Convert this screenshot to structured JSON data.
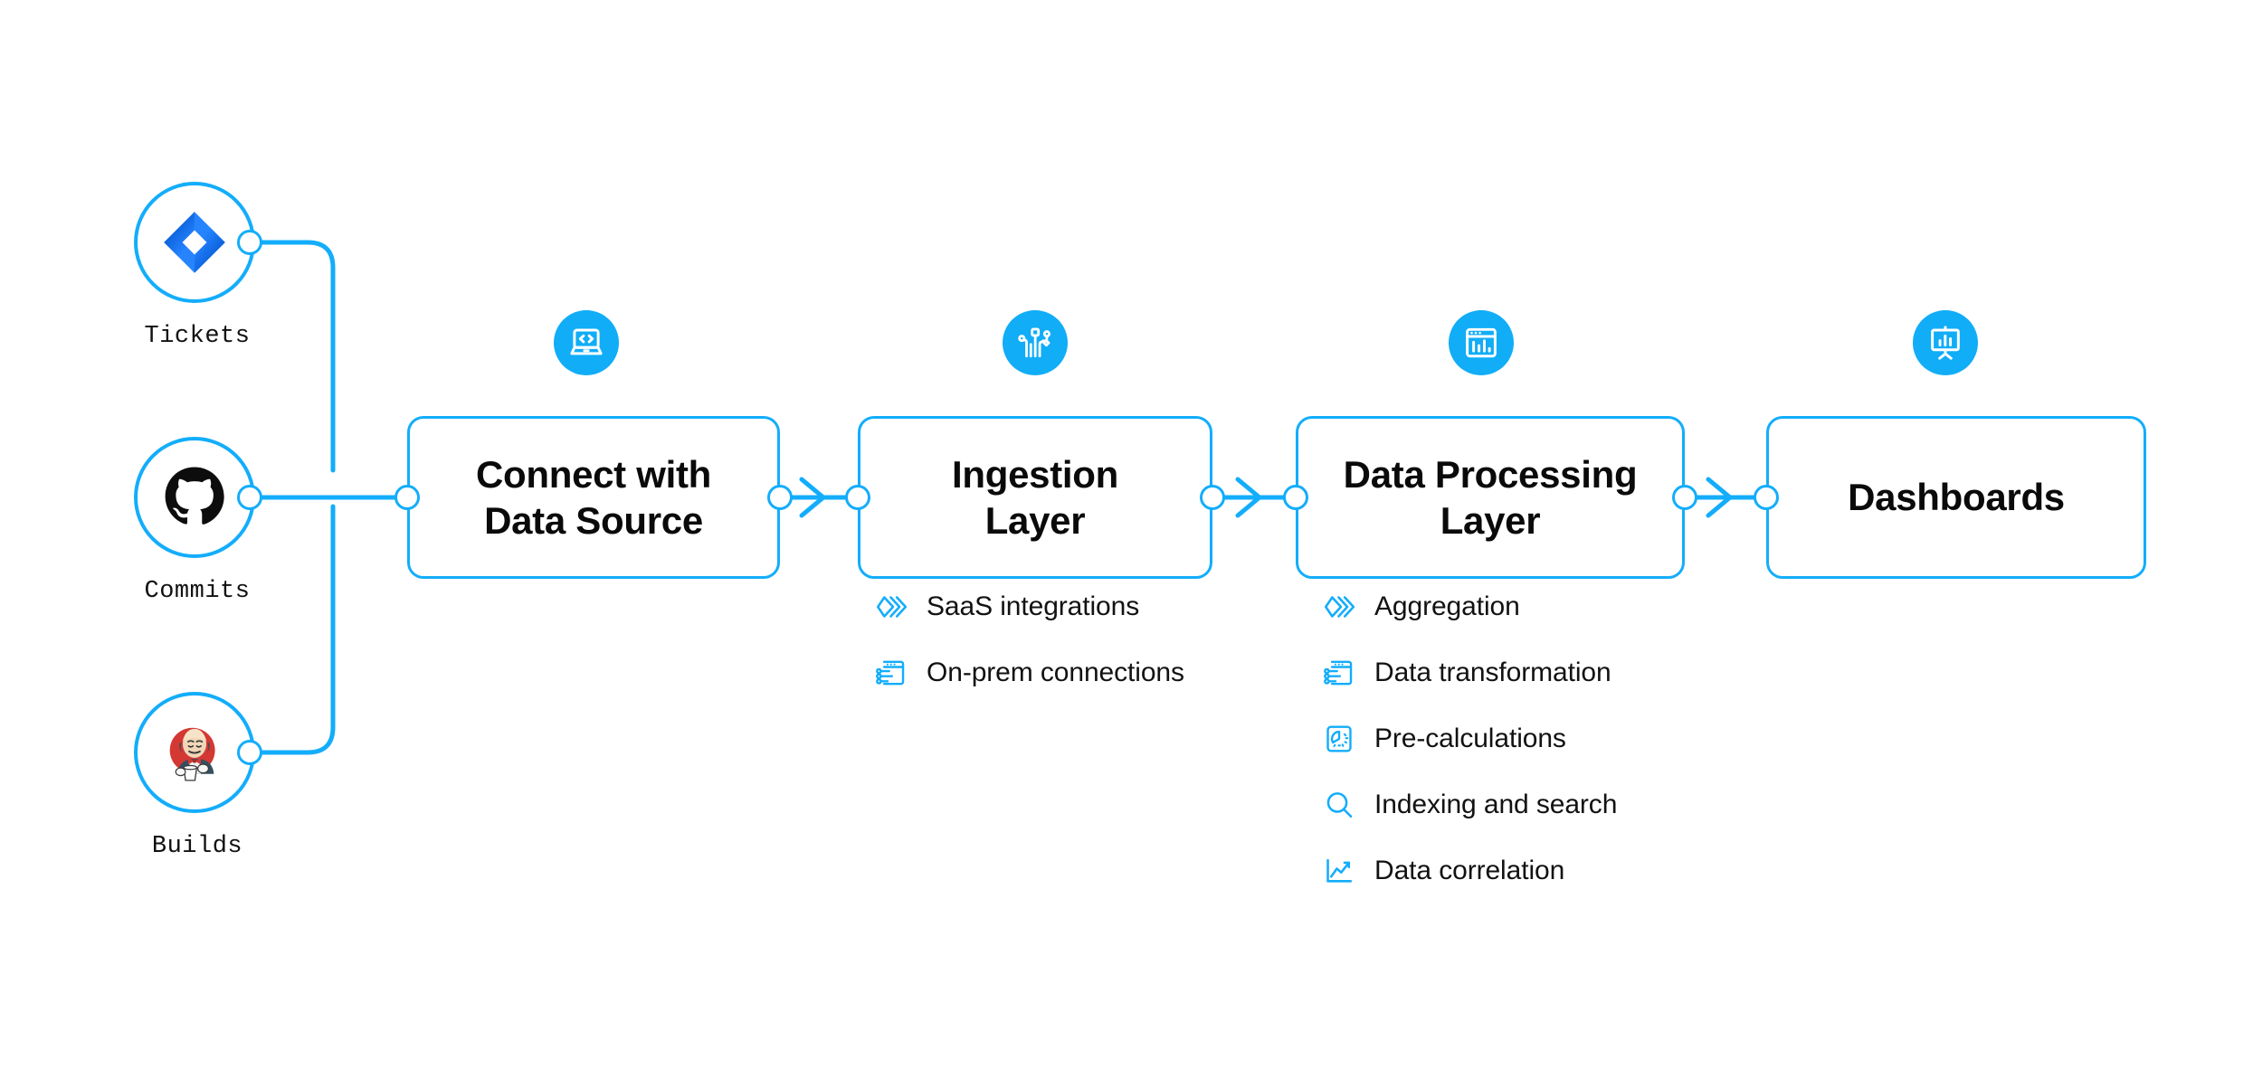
{
  "diagram": {
    "accent_color": "#13ADFB",
    "icon_badge_color": "#11ADF7",
    "text_color": "#0a0a0a",
    "background": "#ffffff"
  },
  "sources": [
    {
      "label": "Tickets",
      "icon": "jira-logo-icon"
    },
    {
      "label": "Commits",
      "icon": "github-logo-icon"
    },
    {
      "label": "Builds",
      "icon": "jenkins-logo-icon"
    }
  ],
  "stages": [
    {
      "title": "Connect with\nData Source",
      "title_lines": [
        "Connect with",
        "Data Source"
      ],
      "icon": "laptop-code-icon",
      "features": []
    },
    {
      "title": "Ingestion\nLayer",
      "title_lines": [
        "Ingestion",
        "Layer"
      ],
      "icon": "circuit-network-icon",
      "features": [
        {
          "label": "SaaS integrations",
          "icon": "layers-chevron-icon"
        },
        {
          "label": "On-prem connections",
          "icon": "server-settings-icon"
        }
      ]
    },
    {
      "title": "Data Processing\nLayer",
      "title_lines": [
        "Data Processing",
        "Layer"
      ],
      "icon": "browser-barchart-icon",
      "features": [
        {
          "label": "Aggregation",
          "icon": "layers-chevron-icon"
        },
        {
          "label": "Data transformation",
          "icon": "server-settings-icon"
        },
        {
          "label": "Pre-calculations",
          "icon": "gauge-calc-icon"
        },
        {
          "label": "Indexing and search",
          "icon": "magnifier-icon"
        },
        {
          "label": "Data correlation",
          "icon": "line-chart-icon"
        }
      ]
    },
    {
      "title": "Dashboards",
      "title_lines": [
        "Dashboards"
      ],
      "icon": "presentation-chart-icon",
      "features": []
    }
  ],
  "connectors": [
    {
      "name": "sources-to-connect",
      "kind": "trunk-line"
    },
    {
      "name": "connect-to-ingestion",
      "kind": "arrow"
    },
    {
      "name": "ingestion-to-processing",
      "kind": "arrow"
    },
    {
      "name": "processing-to-dashboards",
      "kind": "arrow"
    }
  ]
}
